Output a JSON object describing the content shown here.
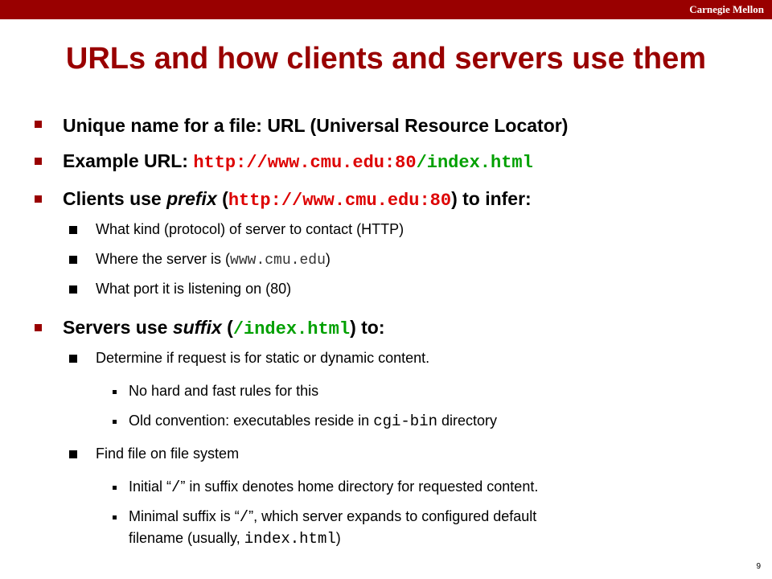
{
  "header": {
    "brand": "Carnegie Mellon",
    "bar_color": "#990000"
  },
  "title": "URLs and how clients and servers use them",
  "bullets": {
    "b1": {
      "text": "Unique name for a file: URL (Universal Resource Locator)"
    },
    "b2": {
      "prefix": "Example URL: ",
      "url_red": "http://www.cmu.edu:80",
      "url_green": "/index.html"
    },
    "b3": {
      "t1": "Clients use ",
      "em": "prefix",
      "t2": " (",
      "code": "http://www.cmu.edu:80",
      "t3": ") to infer:",
      "sub": {
        "s1": "What kind (protocol) of server to contact (HTTP)",
        "s2_a": "Where the server is (",
        "s2_code": "www.cmu.edu",
        "s2_b": ")",
        "s3": "What port it is listening on (80)"
      }
    },
    "b4": {
      "t1": "Servers use ",
      "em": "suffix",
      "t2": " (",
      "code": "/index.html",
      "t3": ") to:",
      "sub": {
        "s1": "Determine if request is for static or dynamic content.",
        "s1_items": {
          "i1": "No hard and fast rules for this",
          "i2_a": "Old convention: executables reside in ",
          "i2_code": "cgi-bin",
          "i2_b": " directory"
        },
        "s2": "Find file on file system",
        "s2_items": {
          "i1_a": "Initial “",
          "i1_code": "/",
          "i1_b": "” in suffix denotes home directory for requested content.",
          "i2_a": "Minimal suffix is “",
          "i2_code": "/",
          "i2_b": "”, which server expands to configured default",
          "i2_line2_a": "filename (usually, ",
          "i2_line2_code": "index.html",
          "i2_line2_b": ")"
        }
      }
    }
  },
  "page_number": "9"
}
